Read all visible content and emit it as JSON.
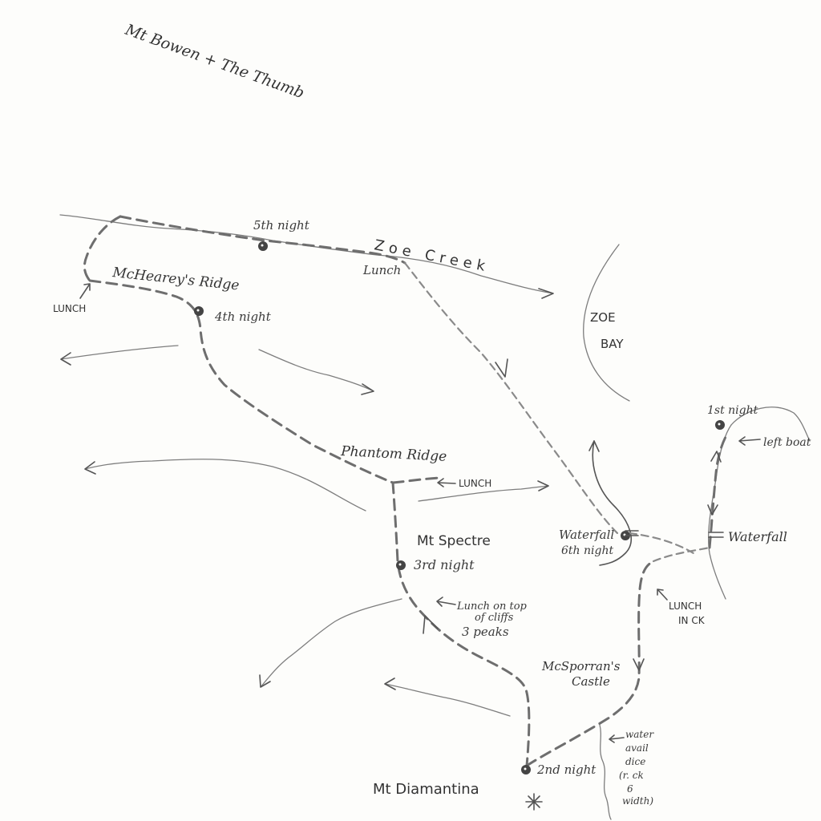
{
  "map": {
    "title": "Mt Bowen + The Thumb",
    "creek_name": "Zoe Creek",
    "bay_line1": "ZOE",
    "bay_line2": "BAY",
    "places": {
      "mcheareys_ridge": "McHearey's Ridge",
      "phantom_ridge": "Phantom Ridge",
      "mt_spectre": "Mt Spectre",
      "mcsporrans_line1": "McSporran's",
      "mcsporrans_line2": "Castle",
      "mt_diamantina": "Mt Diamantina",
      "waterfall_east": "Waterfall",
      "waterfall_west": "Waterfall"
    },
    "camps": {
      "first": "1st night",
      "second": "2nd night",
      "third": "3rd night",
      "fourth": "4th night",
      "fifth": "5th night",
      "sixth": "6th night"
    },
    "notes": {
      "lunch_creek": "Lunch",
      "lunch_west": "LUNCH",
      "lunch_phantom": "LUNCH",
      "lunch_cliffs_1": "Lunch on top",
      "lunch_cliffs_2": "of cliffs",
      "three_peaks": "3 peaks",
      "lunch_in_ck_1": "LUNCH",
      "lunch_in_ck_2": "IN CK",
      "left_boat": "left boat",
      "water_1": "water",
      "water_2": "avail",
      "water_3": "dice",
      "water_4": "(r. ck",
      "water_5": "6",
      "water_6": "width)"
    }
  }
}
